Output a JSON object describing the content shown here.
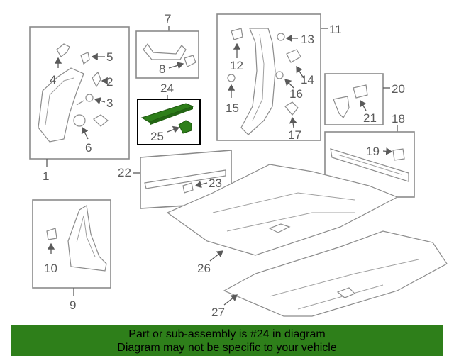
{
  "callouts": {
    "c1": "1",
    "c2": "2",
    "c3": "3",
    "c4": "4",
    "c5": "5",
    "c6": "6",
    "c7": "7",
    "c8": "8",
    "c9": "9",
    "c10": "10",
    "c11": "11",
    "c12": "12",
    "c13": "13",
    "c14": "14",
    "c15": "15",
    "c16": "16",
    "c17": "17",
    "c18": "18",
    "c19": "19",
    "c20": "20",
    "c21": "21",
    "c22": "22",
    "c23": "23",
    "c24": "24",
    "c25": "25",
    "c26": "26",
    "c27": "27"
  },
  "highlight_color": "#2e7f1a",
  "banner": {
    "line1": "Part or sub-assembly is #24 in diagram",
    "line2": "Diagram may not be specific to your vehicle"
  }
}
